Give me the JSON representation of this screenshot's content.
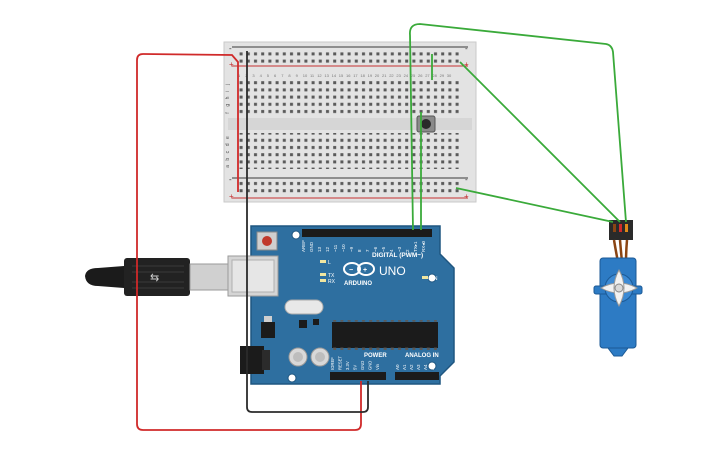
{
  "breadboard": {
    "rail_plus": "+",
    "rail_minus": "-",
    "row_letters_top": [
      "j",
      "i",
      "h",
      "g",
      "f"
    ],
    "row_letters_bottom": [
      "e",
      "d",
      "c",
      "b",
      "a"
    ],
    "column_count": 30
  },
  "arduino": {
    "brand": "ARDUINO",
    "model": "UNO",
    "digital_header": "DIGITAL (PWM~)",
    "power_header": "POWER",
    "analog_header": "ANALOG IN",
    "on_label": "ON",
    "tx_label": "TX",
    "rx_label": "RX",
    "l_label": "L",
    "digital_pins": [
      "AREF",
      "GND",
      "13",
      "12",
      "~11",
      "~10",
      "~9",
      "8",
      "7",
      "~6",
      "~5",
      "4",
      "~3",
      "2",
      "TX▸1",
      "RX◂0"
    ],
    "power_pins": [
      "IOREF",
      "RESET",
      "3.3V",
      "5V",
      "GND",
      "GND",
      "Vin"
    ],
    "analog_pins": [
      "A0",
      "A1",
      "A2",
      "A3",
      "A4",
      "A5"
    ]
  },
  "colors": {
    "board": "#2e6fa0",
    "board_dark": "#1f5680",
    "breadboard": "#e3e3e3",
    "wire_red": "#d02a2a",
    "wire_black": "#2b2b2b",
    "wire_green": "#3aaa3a",
    "servo": "#2d7bc4"
  }
}
